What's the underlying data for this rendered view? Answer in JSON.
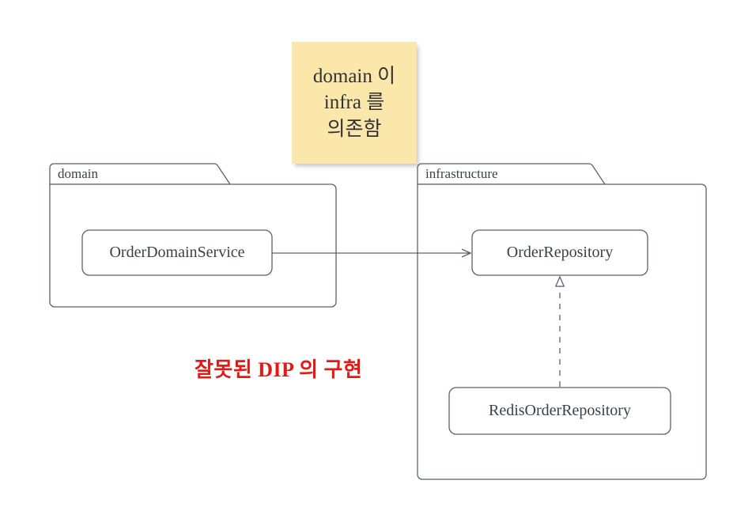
{
  "diagram": {
    "type": "uml-package-class-diagram",
    "background_color": "#ffffff",
    "stroke_color": "#5a6070",
    "text_color": "#3a3f4a"
  },
  "sticky_note": {
    "name": "domain-depends-on-infra-note",
    "background_color": "#fae7a9",
    "lines": [
      "domain 이",
      "infra 를",
      "의존함"
    ],
    "full_text": "domain 이 infra 를 의존함"
  },
  "packages": [
    {
      "id": "domain",
      "title": "domain",
      "classes": [
        {
          "id": "order-domain-service",
          "label": "OrderDomainService"
        }
      ]
    },
    {
      "id": "infrastructure",
      "title": "infrastructure",
      "classes": [
        {
          "id": "order-repository",
          "label": "OrderRepository"
        },
        {
          "id": "redis-order-repository",
          "label": "RedisOrderRepository"
        }
      ]
    }
  ],
  "relationships": [
    {
      "id": "dependency-arrow",
      "from": "OrderDomainService",
      "to": "OrderRepository",
      "line_style": "solid",
      "arrowhead": "open-v",
      "meaning": "dependency"
    },
    {
      "id": "realization-arrow",
      "from": "RedisOrderRepository",
      "to": "OrderRepository",
      "line_style": "dashed",
      "arrowhead": "hollow-triangle",
      "meaning": "realization"
    }
  ],
  "annotation": {
    "id": "wrong-dip-implementation",
    "text": "잘못된 DIP 의 구현",
    "color": "#e01b16",
    "bold": true
  }
}
